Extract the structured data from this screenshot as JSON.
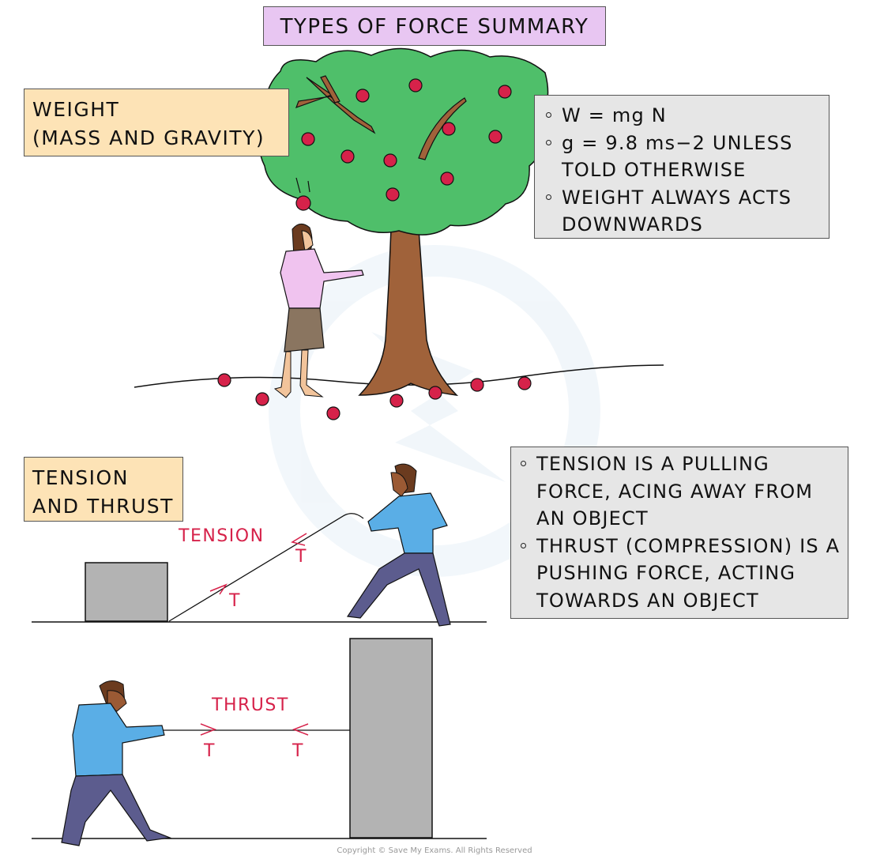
{
  "title": "TYPES OF FORCE SUMMARY",
  "weight": {
    "label_line1": "WEIGHT",
    "label_line2": "(MASS AND GRAVITY)",
    "points": [
      "W = mg N",
      "g = 9.8 ms−2 UNLESS TOLD OTHERWISE",
      "WEIGHT ALWAYS ACTS DOWNWARDS"
    ]
  },
  "tension_thrust": {
    "label_line1": "TENSION",
    "label_line2": "AND THRUST",
    "points": [
      "TENSION IS A PULLING FORCE, ACING AWAY FROM AN OBJECT",
      "THRUST (COMPRESSION) IS A PUSHING FORCE, ACTING TOWARDS AN OBJECT"
    ],
    "tension_label": "TENSION",
    "thrust_label": "THRUST",
    "force_symbol": "T"
  },
  "copyright": "Copyright © Save My Exams. All Rights Reserved",
  "colors": {
    "title_bg": "#e8c6f2",
    "label_bg": "#fde3b6",
    "info_bg": "#e6e6e6",
    "force_red": "#d6224a",
    "tree_green": "#4fbf6a",
    "trunk_brown": "#a0623a",
    "block_grey": "#b3b3b3",
    "shirt_blue": "#5aaee6",
    "trousers": "#5c5c8e"
  }
}
